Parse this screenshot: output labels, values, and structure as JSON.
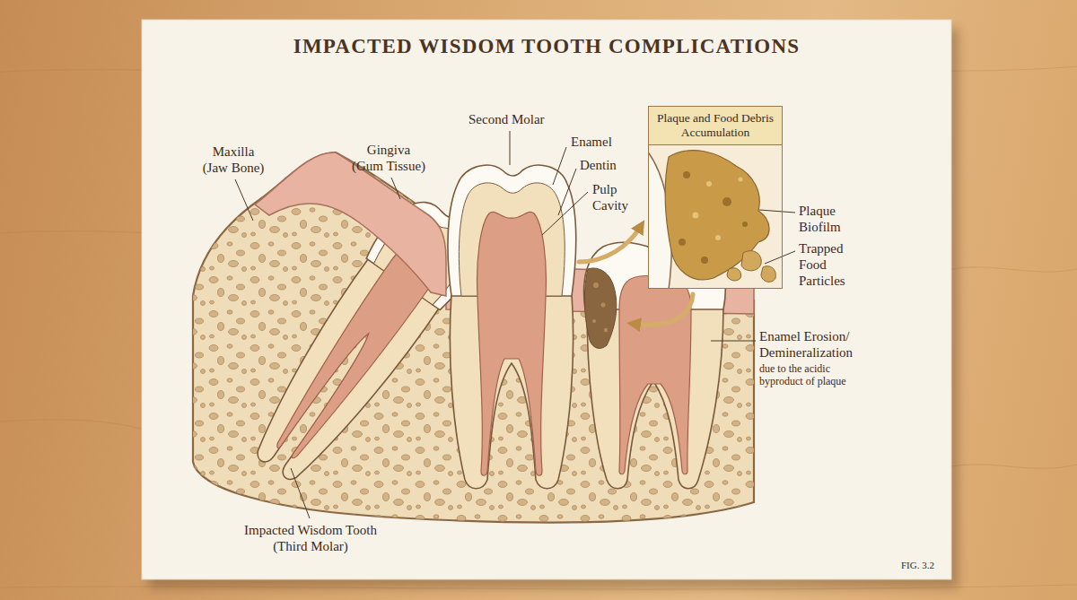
{
  "diagram": {
    "title": "IMPACTED WISDOM TOOTH COMPLICATIONS",
    "nodes": [
      {
        "text": [
          "Plaque and Food Debris Accumulation"
        ]
      }
    ],
    "labels": [
      "Maxilla (Jaw Bone)",
      "Gingiva (Gum Tissue)",
      "Second Molar",
      "Enamel",
      "Dentin",
      "Pulp Cavity",
      "Plaque Biofilm",
      "Trapped Food Particles",
      "Enamel Erosion/ Demineralization",
      "due to the acidic byproduct of plaque",
      "Impacted Wisdom Tooth (Third Molar)",
      "FIG. 3.2"
    ]
  }
}
